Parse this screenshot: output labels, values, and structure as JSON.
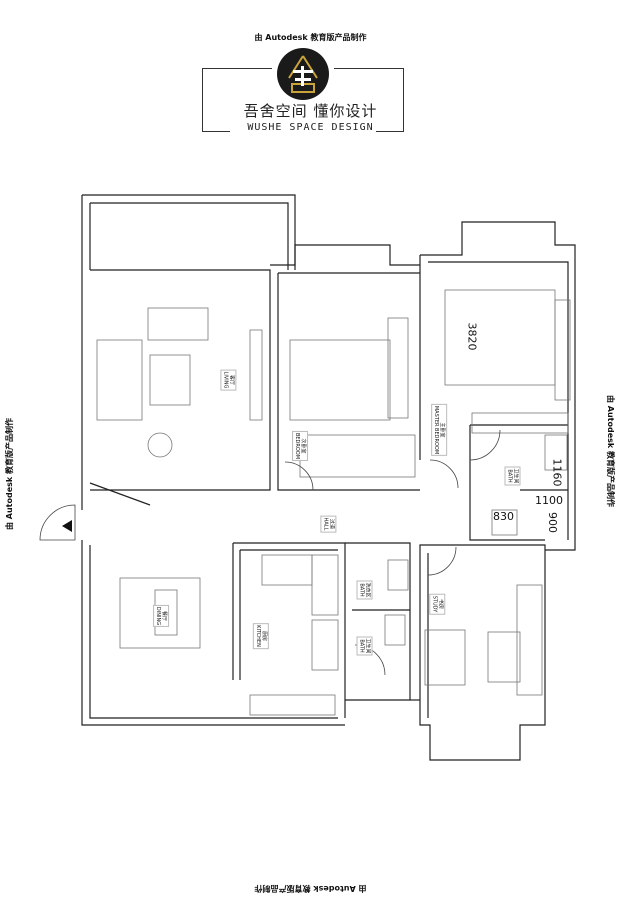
{
  "watermark": "由 Autodesk 教育版产品制作",
  "brand": {
    "name_cn": "吾舍空间 懂你设计",
    "name_en": "WUSHE SPACE DESIGN",
    "gold": "#c9a43a"
  },
  "rooms": {
    "living": {
      "cn": "客厅",
      "en": "LIVING"
    },
    "second_bedroom": {
      "cn": "次卧室",
      "en": "BEDROOM"
    },
    "master_bedroom": {
      "cn": "主卧室",
      "en": "MASTER BEDROOM"
    },
    "bath1": {
      "cn": "卫生间",
      "en": "BATH"
    },
    "hall": {
      "cn": "过道",
      "en": "HALL"
    },
    "dining": {
      "cn": "餐厅",
      "en": "DINING"
    },
    "kitchen": {
      "cn": "厨房",
      "en": "KITCHEN"
    },
    "laundry": {
      "cn": "洗衣区",
      "en": "BATH"
    },
    "bath2": {
      "cn": "卫生间",
      "en": "BATH"
    },
    "study": {
      "cn": "书房",
      "en": "STUDY"
    }
  },
  "dimensions": {
    "master_bed": "3820",
    "bath_a": "1160",
    "bath_b": "1100",
    "bath_c": "830",
    "bath_d": "900"
  }
}
